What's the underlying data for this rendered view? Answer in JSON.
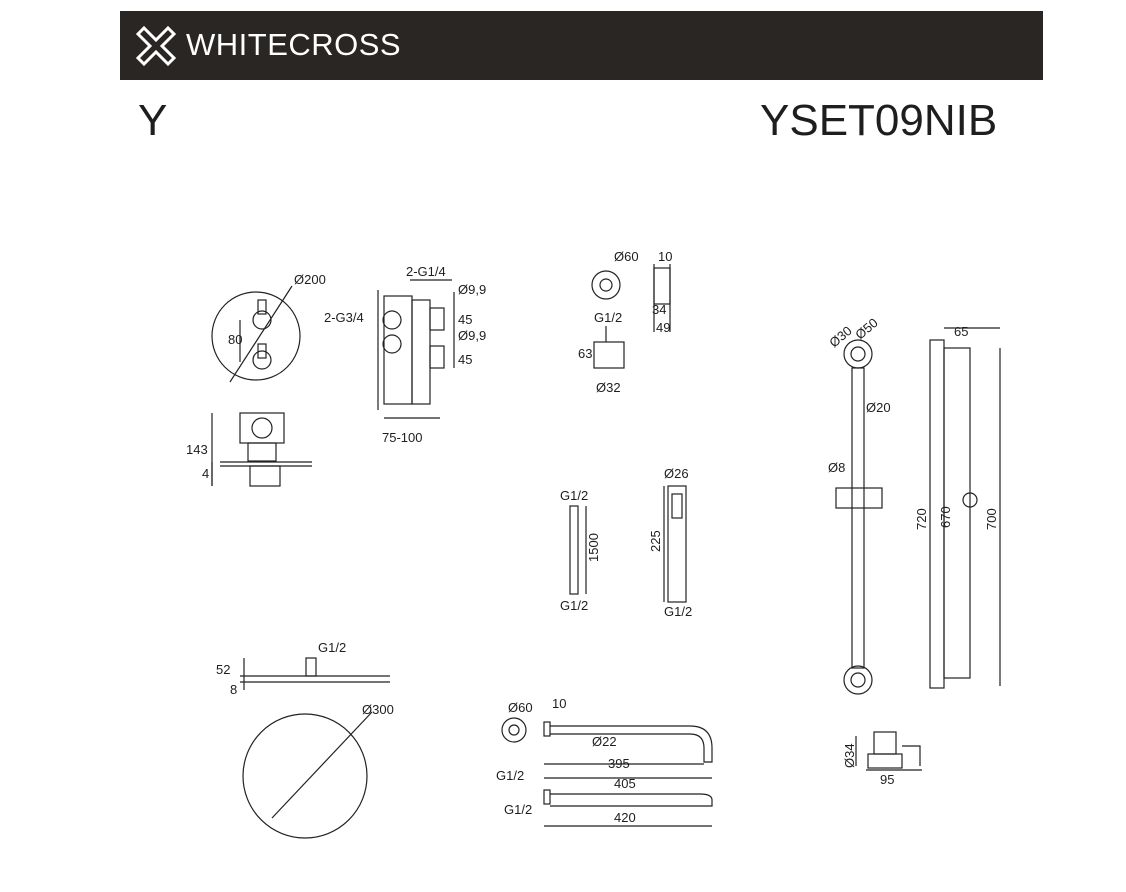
{
  "header": {
    "brand": "WHITECROSS",
    "logo_icon": "cross-logo-icon",
    "background": "#2a2624"
  },
  "series": "Y",
  "model": "YSET09NIB",
  "dimensions": {
    "mixer": {
      "plate_diameter": "Ø200",
      "handle_spacing": "80",
      "depth": "143",
      "plate_thickness": "4"
    },
    "valve": {
      "outlet_thread": "2-G1/4",
      "inlet_thread": "2-G3/4",
      "knob_small_1": "Ø9,9",
      "knob_len_1": "45",
      "knob_small_2": "Ø9,9",
      "knob_len_2": "45",
      "install_depth": "75-100"
    },
    "wall_outlet": {
      "diameter": "Ø60",
      "depth": "10",
      "thread": "G1/2",
      "len_inner": "34",
      "len_outer": "49",
      "height": "63",
      "base": "Ø32"
    },
    "hose": {
      "thread_top": "G1/2",
      "length": "1500",
      "thread_bottom": "G1/2"
    },
    "hand_shower": {
      "diameter": "Ø26",
      "length": "225",
      "thread": "G1/2"
    },
    "overhead": {
      "thread": "G1/2",
      "height": "52",
      "thickness": "8",
      "diameter": "Ø300"
    },
    "shower_arm": {
      "flange": "Ø60",
      "flange_depth": "10",
      "pipe": "Ø22",
      "thread": "G1/2",
      "reach_395": "395",
      "reach_405": "405",
      "thread_2": "G1/2",
      "reach_420": "420"
    },
    "slide_rail": {
      "d30": "Ø30",
      "d50": "Ø50",
      "offset": "65",
      "rod": "Ø20",
      "slider": "Ø8",
      "total": "720",
      "between": "670",
      "length": "700"
    },
    "holder": {
      "diameter": "Ø34",
      "width": "95"
    }
  }
}
